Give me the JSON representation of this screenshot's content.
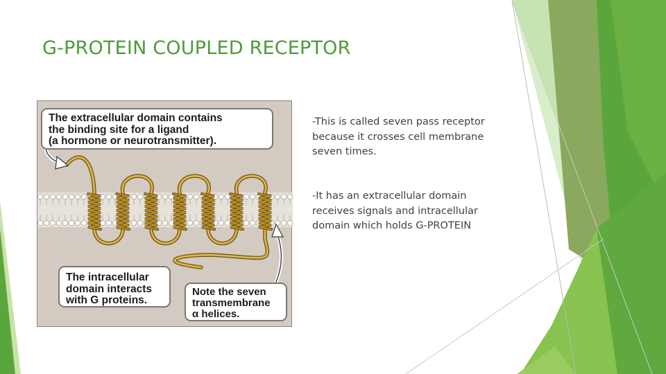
{
  "slide": {
    "title": "G-PROTEIN COUPLED RECEPTOR",
    "accent_color": "#4e9a3a",
    "paragraphs": [
      {
        "lines": [
          "-This is called seven pass receptor",
          "because it crosses cell membrane",
          "seven times."
        ]
      },
      {
        "lines": [
          "-It has an extracellular domain",
          "receives signals and intracellular",
          "domain which holds G-PROTEIN"
        ]
      }
    ]
  },
  "figure": {
    "callout_extracellular": [
      "The extracellular domain contains",
      "the binding site for a ligand",
      "(a hormone or neurotransmitter)."
    ],
    "callout_intracellular": [
      "The intracellular",
      "domain interacts",
      "with G proteins."
    ],
    "callout_helices": [
      "Note the seven",
      "transmembrane",
      "α helices."
    ],
    "helix_count": 7,
    "membrane_color": "#e7e2da",
    "protein_color": "#b58b25"
  },
  "decor": {
    "colors": [
      "#5aa83c",
      "#8cc052",
      "#a8d48a",
      "#d6ecc8",
      "#7fae54"
    ]
  }
}
